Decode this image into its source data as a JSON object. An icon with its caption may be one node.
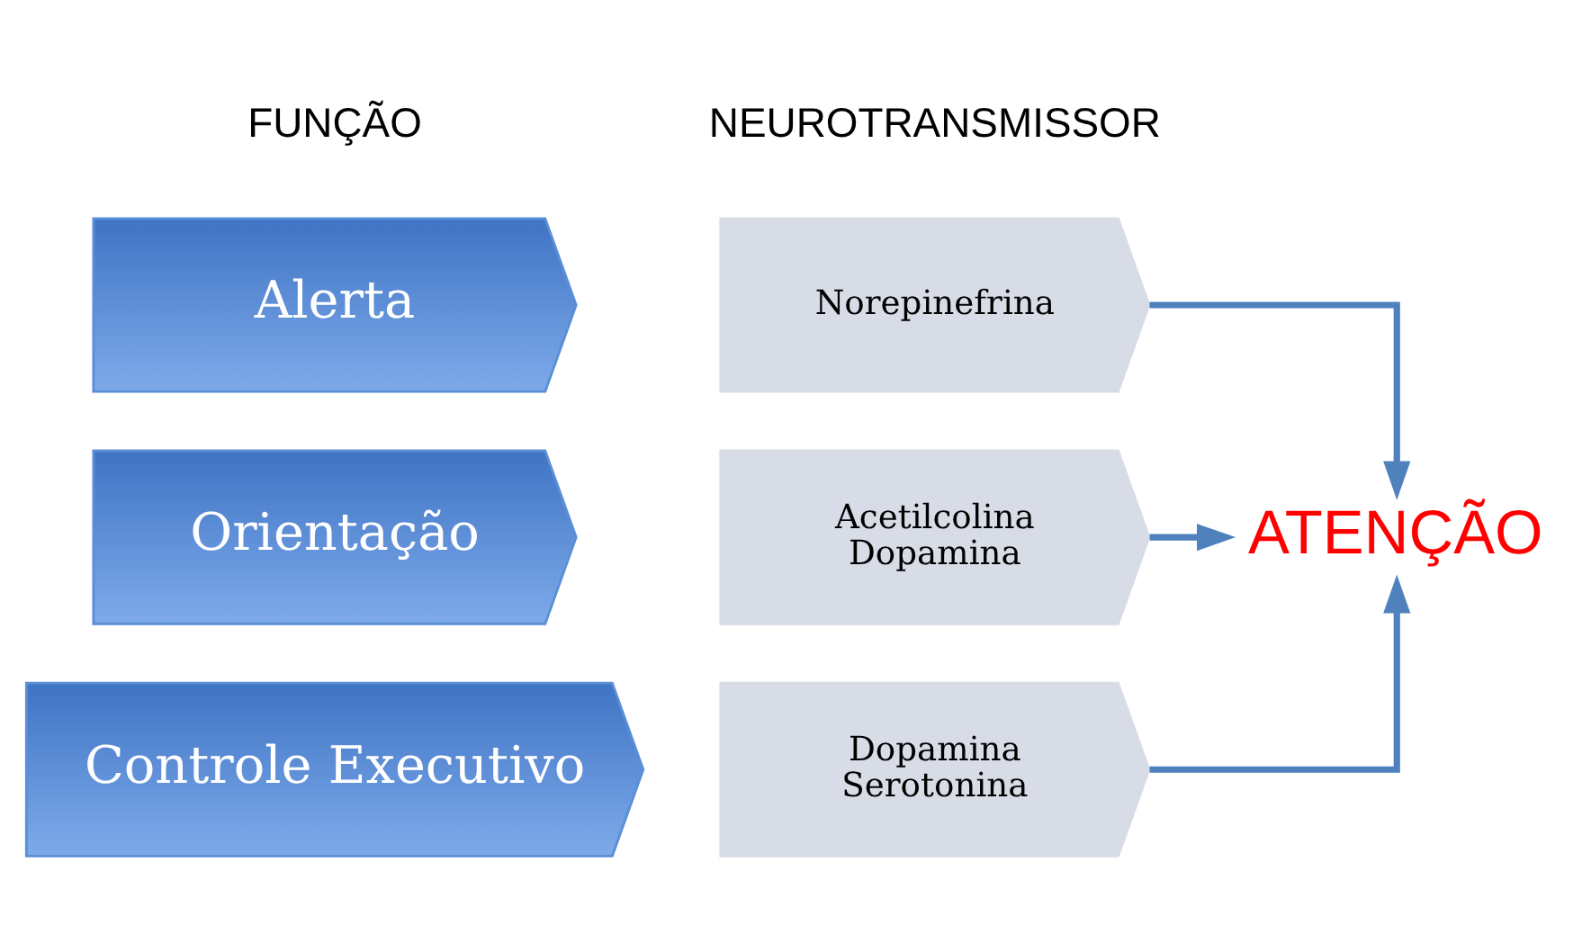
{
  "diagram": {
    "nodes": [
      {
        "text": [
          "Alerta"
        ]
      },
      {
        "text": [
          "Orientação"
        ]
      },
      {
        "text": [
          "Controle Executivo"
        ]
      },
      {
        "text": [
          "Norepinefrina"
        ]
      },
      {
        "text": [
          "Acetilcolina",
          "Dopamina"
        ]
      },
      {
        "text": [
          "Dopamina",
          "Serotonina"
        ]
      },
      {
        "text": [
          "ATENÇÃO"
        ]
      }
    ],
    "edges": [
      {
        "from": 3,
        "to": 6,
        "arrow": "to"
      },
      {
        "from": 4,
        "to": 6,
        "arrow": "to"
      },
      {
        "from": 5,
        "to": 6,
        "arrow": "to"
      }
    ],
    "labels": [
      "FUNÇÃO",
      "NEUROTRANSMISSOR"
    ]
  }
}
